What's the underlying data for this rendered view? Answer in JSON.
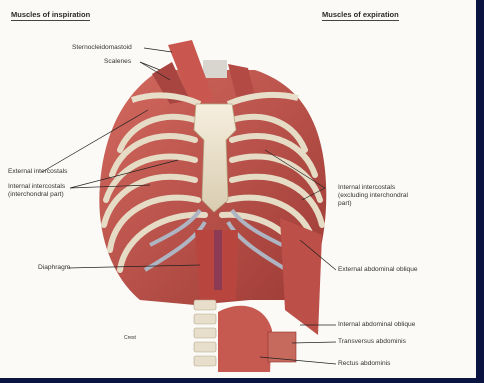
{
  "headings": {
    "inspiration": "Muscles of inspiration",
    "expiration": "Muscles of expiration"
  },
  "labels": {
    "sternocleidomastoid": "Sternocleidomastoid",
    "scalenes": "Scalenes",
    "external_intercostals": "External intercostals",
    "internal_intercostals_left_1": "Internal intercostals",
    "internal_intercostals_left_2": "(interchondral part)",
    "diaphragm": "Diaphragm",
    "crest": "Crest",
    "internal_intercostals_right_1": "Internal intercostals",
    "internal_intercostals_right_2": "(excluding interchondral",
    "internal_intercostals_right_3": "part)",
    "external_abdominal_oblique": "External abdominal oblique",
    "internal_abdominal_oblique": "Internal abdominal oblique",
    "transversus_abdominis": "Transversus abdominis",
    "rectus_abdominis": "Rectus abdominis"
  },
  "colors": {
    "background": "#fbfaf6",
    "frame": "#0b1340",
    "muscle": "#c4564f",
    "muscle_dark": "#8e2f2c",
    "bone": "#efe6d2",
    "cartilage": "#b9bdc8",
    "leader": "#222222"
  }
}
